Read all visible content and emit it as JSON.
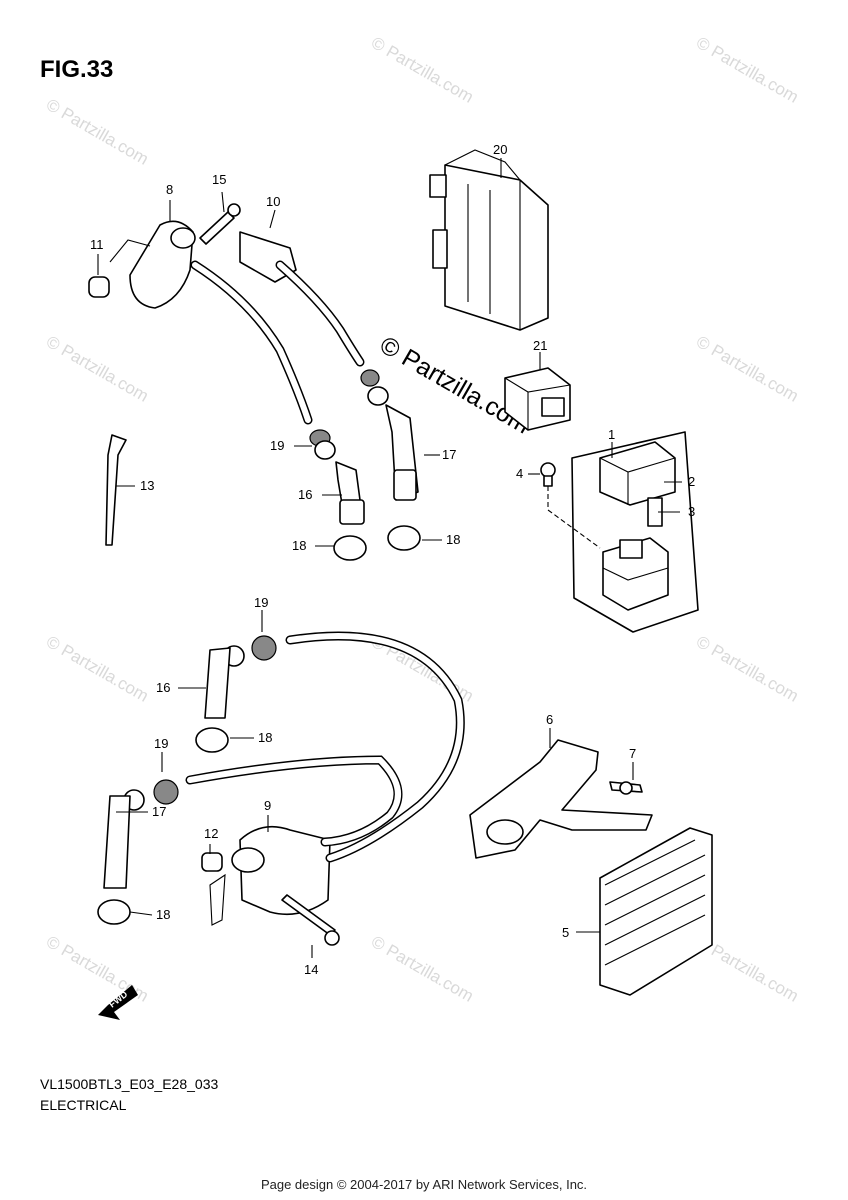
{
  "figure": {
    "title": "FIG.33",
    "model_code": "VL1500BTL3_E03_E28_033",
    "section_name": "ELECTRICAL"
  },
  "footer": {
    "text": "Page design © 2004-2017 by ARI Network Services, Inc."
  },
  "watermark": {
    "center_text": "© Partzilla.com",
    "tile_text": "© Partzilla.com"
  },
  "fwd_arrow": {
    "label": "FWD"
  },
  "callouts": {
    "c1": "1",
    "c2": "2",
    "c3": "3",
    "c4": "4",
    "c5": "5",
    "c6": "6",
    "c7": "7",
    "c8": "8",
    "c9": "9",
    "c10": "10",
    "c11": "11",
    "c12": "12",
    "c13": "13",
    "c14": "14",
    "c15": "15",
    "c16a": "16",
    "c16b": "16",
    "c17a": "17",
    "c17b": "17",
    "c18a": "18",
    "c18b": "18",
    "c18c": "18",
    "c18d": "18",
    "c19a": "19",
    "c19b": "19",
    "c19c": "19",
    "c20": "20",
    "c21": "21"
  },
  "colors": {
    "ink": "#000000",
    "watermark": "#d9d9d9",
    "background": "#ffffff"
  }
}
